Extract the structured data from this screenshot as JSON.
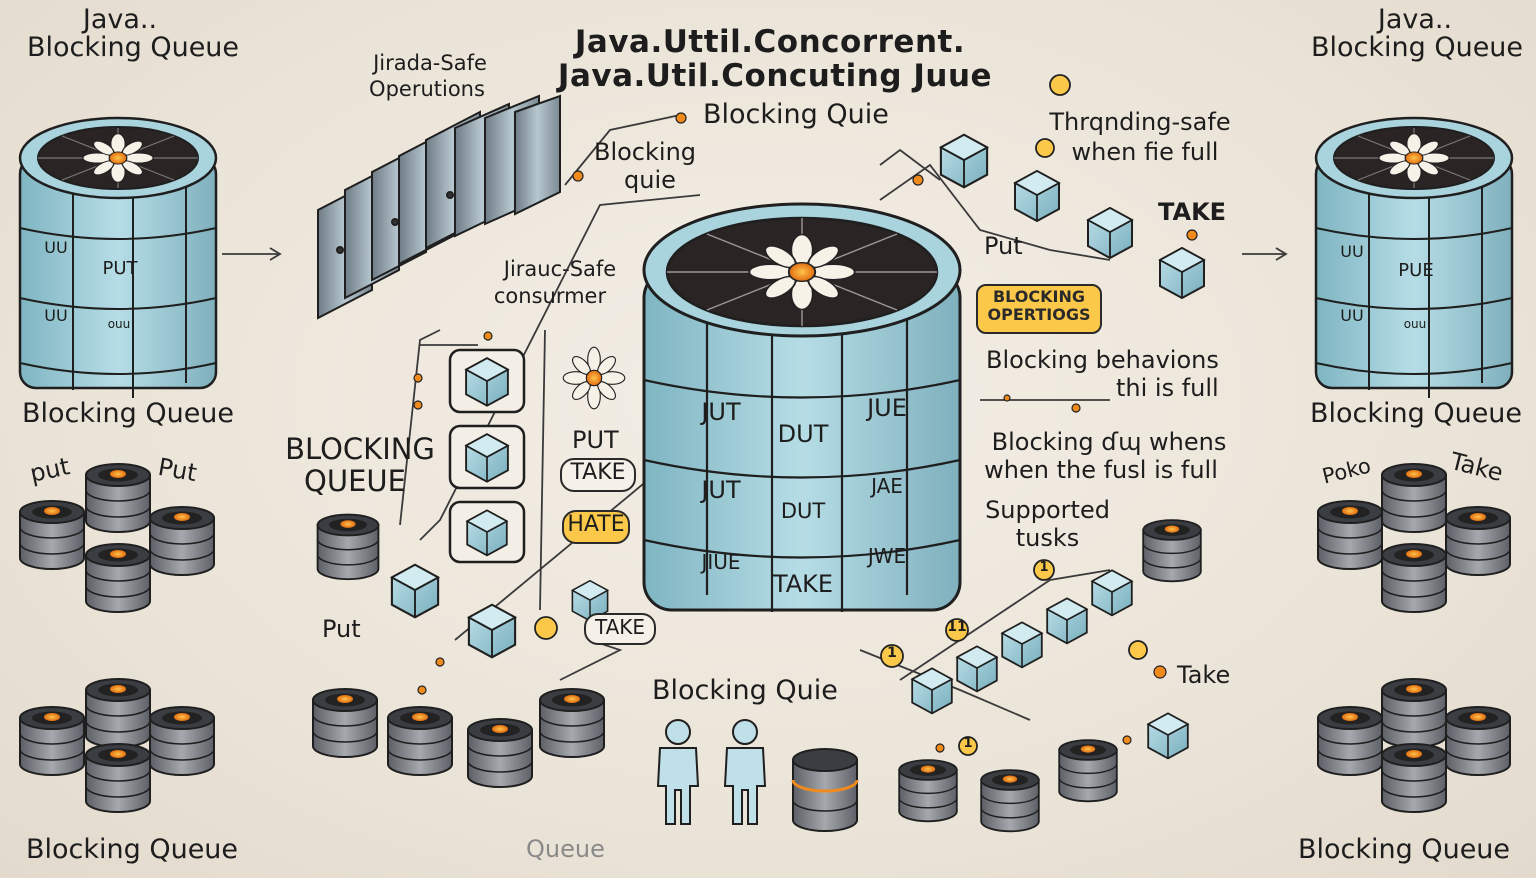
{
  "header": {
    "line1": "Java.Uttil.Concorrent.",
    "line2": "Java.Util.Concuting Juue"
  },
  "labels": {
    "top_left_java": "Java..",
    "top_left_bq": "Blocking Queue",
    "top_right_java": "Java..",
    "top_right_bq": "Blocking Queue",
    "thread_safe_ops_1": "Jirada-Safe",
    "thread_safe_ops_2": "Operutions",
    "blocking_quie_top": "Blocking Quie",
    "blocking_quie_small_1": "Blocking",
    "blocking_quie_small_2": "quie",
    "thread_safe_consumer_1": "Jirauc-Safe",
    "thread_safe_consumer_2": "consurmer",
    "threading_safe_1": "Thrqnding-safe",
    "threading_safe_2": "when fie full",
    "take_top": "TAKE",
    "put_top": "Put",
    "blocking_ops_badge_1": "BLOCKING",
    "blocking_ops_badge_2": "OPERTIOGS",
    "blocking_behaviors_1": "Blocking behavions",
    "blocking_behaviors_2": "thi is full",
    "blocking_whens_1": "Blocking ɗɰ whens",
    "blocking_whens_2": "when the fusl is full",
    "supported_tasks_1": "Supported",
    "supported_tasks_2": "tusks",
    "take_right": "Take",
    "left_mid_bq": "Blocking Queue",
    "right_mid_bq": "Blocking Queue",
    "left_put_1": "put",
    "left_put_2": "Put",
    "right_poke": "Poko",
    "right_take": "Take",
    "center_big_bq_1": "BLOCKING",
    "center_big_bq_2": "QUEUE",
    "put_mid": "PUT",
    "take_pill": "TAKE",
    "hate_pill": "HATE",
    "take_pill_2": "TAKE",
    "put_low": "Put",
    "blocking_quie_bottom": "Blocking Quie",
    "queue_bottom": "Queue",
    "bottom_left_bq": "Blocking Queue",
    "bottom_right_bq": "Blocking Queue",
    "left_drum_labels": [
      "UU",
      "PUT",
      "UU",
      "ouu"
    ],
    "right_drum_labels": [
      "UU",
      "PUE",
      "UU",
      "ouu"
    ],
    "center_drum_labels": [
      "JUT",
      "DUT",
      "JUE",
      "JUT",
      "DUT",
      "JAE",
      "JIUE",
      "TAKE",
      "JWE"
    ],
    "step_numbers": [
      "1",
      "11",
      "1",
      "1"
    ]
  },
  "colors": {
    "cylinder_blue": "#a9d3dd",
    "cylinder_blue_dark": "#6fa6b3",
    "top_dark": "#2b2424",
    "accent_orange": "#f08a1c",
    "badge_yellow": "#fbc84a",
    "gray_drum": "#8d9095",
    "outline": "#1f1f1f"
  }
}
